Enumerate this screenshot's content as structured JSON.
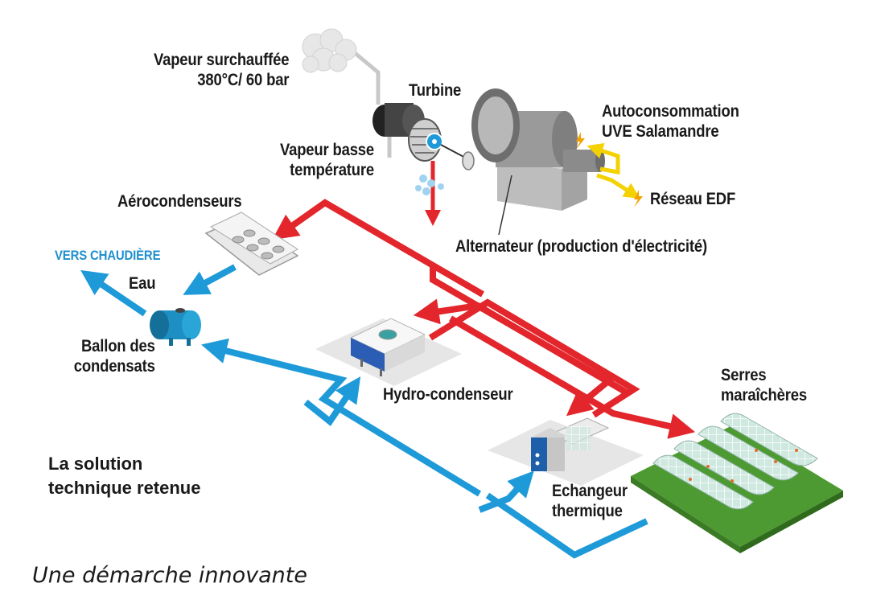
{
  "labels": {
    "vapeur_surchauffee": "Vapeur surchauffée\n380°C/ 60 bar",
    "turbine": "Turbine",
    "vapeur_basse": "Vapeur basse\ntempérature",
    "autoconsommation": "Autoconsommation\nUVE Salamandre",
    "reseau_edf": "Réseau EDF",
    "alternateur": "Alternateur (production d'électricité)",
    "aerocondenseurs": "Aérocondenseurs",
    "vers_chaudiere": "VERS CHAUDIÈRE",
    "eau": "Eau",
    "ballon": "Ballon des\ncondensats",
    "hydro": "Hydro-condenseur",
    "serres": "Serres\nmaraîchères",
    "solution": "La solution\ntechnique retenue",
    "echangeur": "Echangeur\nthermique"
  },
  "caption": "Une démarche innovante",
  "colors": {
    "steam_red": "#e3262b",
    "water_blue": "#1f9ad8",
    "electric_yellow": "#f4d100",
    "machine_grey": "#8a8a8a",
    "greenhouse_green": "#5aa83a"
  }
}
